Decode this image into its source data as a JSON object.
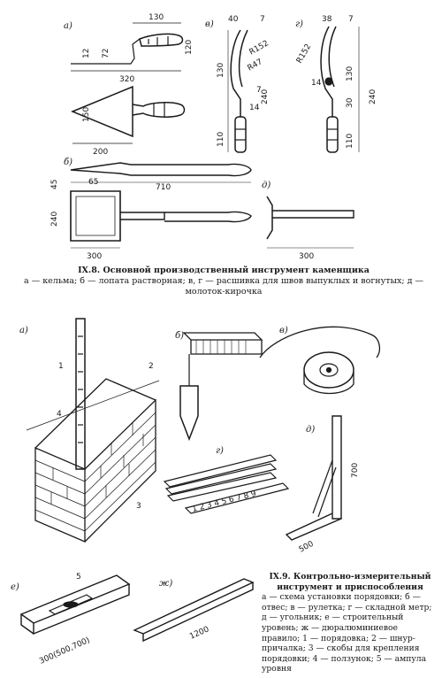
{
  "fig8": {
    "parts": {
      "a": "а)",
      "b": "б)",
      "v": "в)",
      "g": "г)",
      "d": "д)"
    },
    "dims": {
      "a1": "130",
      "a2": "12",
      "a3": "72",
      "a4": "120",
      "a5": "320",
      "a6": "150",
      "a7": "200",
      "v1": "40",
      "v2": "7",
      "v3": "R152",
      "v4": "R47",
      "v5": "130",
      "v6": "240",
      "v7": "7",
      "v8": "14",
      "v9": "110",
      "g1": "38",
      "g2": "7",
      "g3": "R152",
      "g4": "14",
      "g5": "130",
      "g6": "240",
      "g7": "30",
      "g8": "110",
      "b1": "45",
      "b2": "65",
      "b3": "710",
      "b4": "240",
      "b5": "300",
      "d1": "300"
    },
    "caption_title": "IX.8. Основной производственный инструмент каменщика",
    "caption_text": "а — кельма; б — лопата растворная; в, г — расшивка для швов выпуклых и вогнутых; д — молоток-кирочка"
  },
  "fig9": {
    "parts": {
      "a": "а)",
      "b": "б)",
      "v": "в)",
      "g": "г)",
      "d": "д)",
      "e": "е)",
      "zh": "ж)"
    },
    "nums": {
      "n1": "1",
      "n2": "2",
      "n3": "3",
      "n4": "4",
      "n5": "5"
    },
    "dims": {
      "d700": "700",
      "d500": "500",
      "e300": "300(500,700)",
      "zh1200": "1200"
    },
    "ruler_digits": "1 2 3 4 5 6 7 8 9",
    "caption_title": "IX.9. Контрольно-измерительный инструмент и приспособления",
    "caption_text": "а — схема установки порядовки; б — отвес; в — рулетка; г — складной метр; д — угольник; е — строительный уровень; ж — дюралюминиевое правило; 1 — порядовка; 2 — шнур-причалка; 3 — скобы для крепления порядовки; 4 — ползунок; 5 — ампула уровня"
  }
}
